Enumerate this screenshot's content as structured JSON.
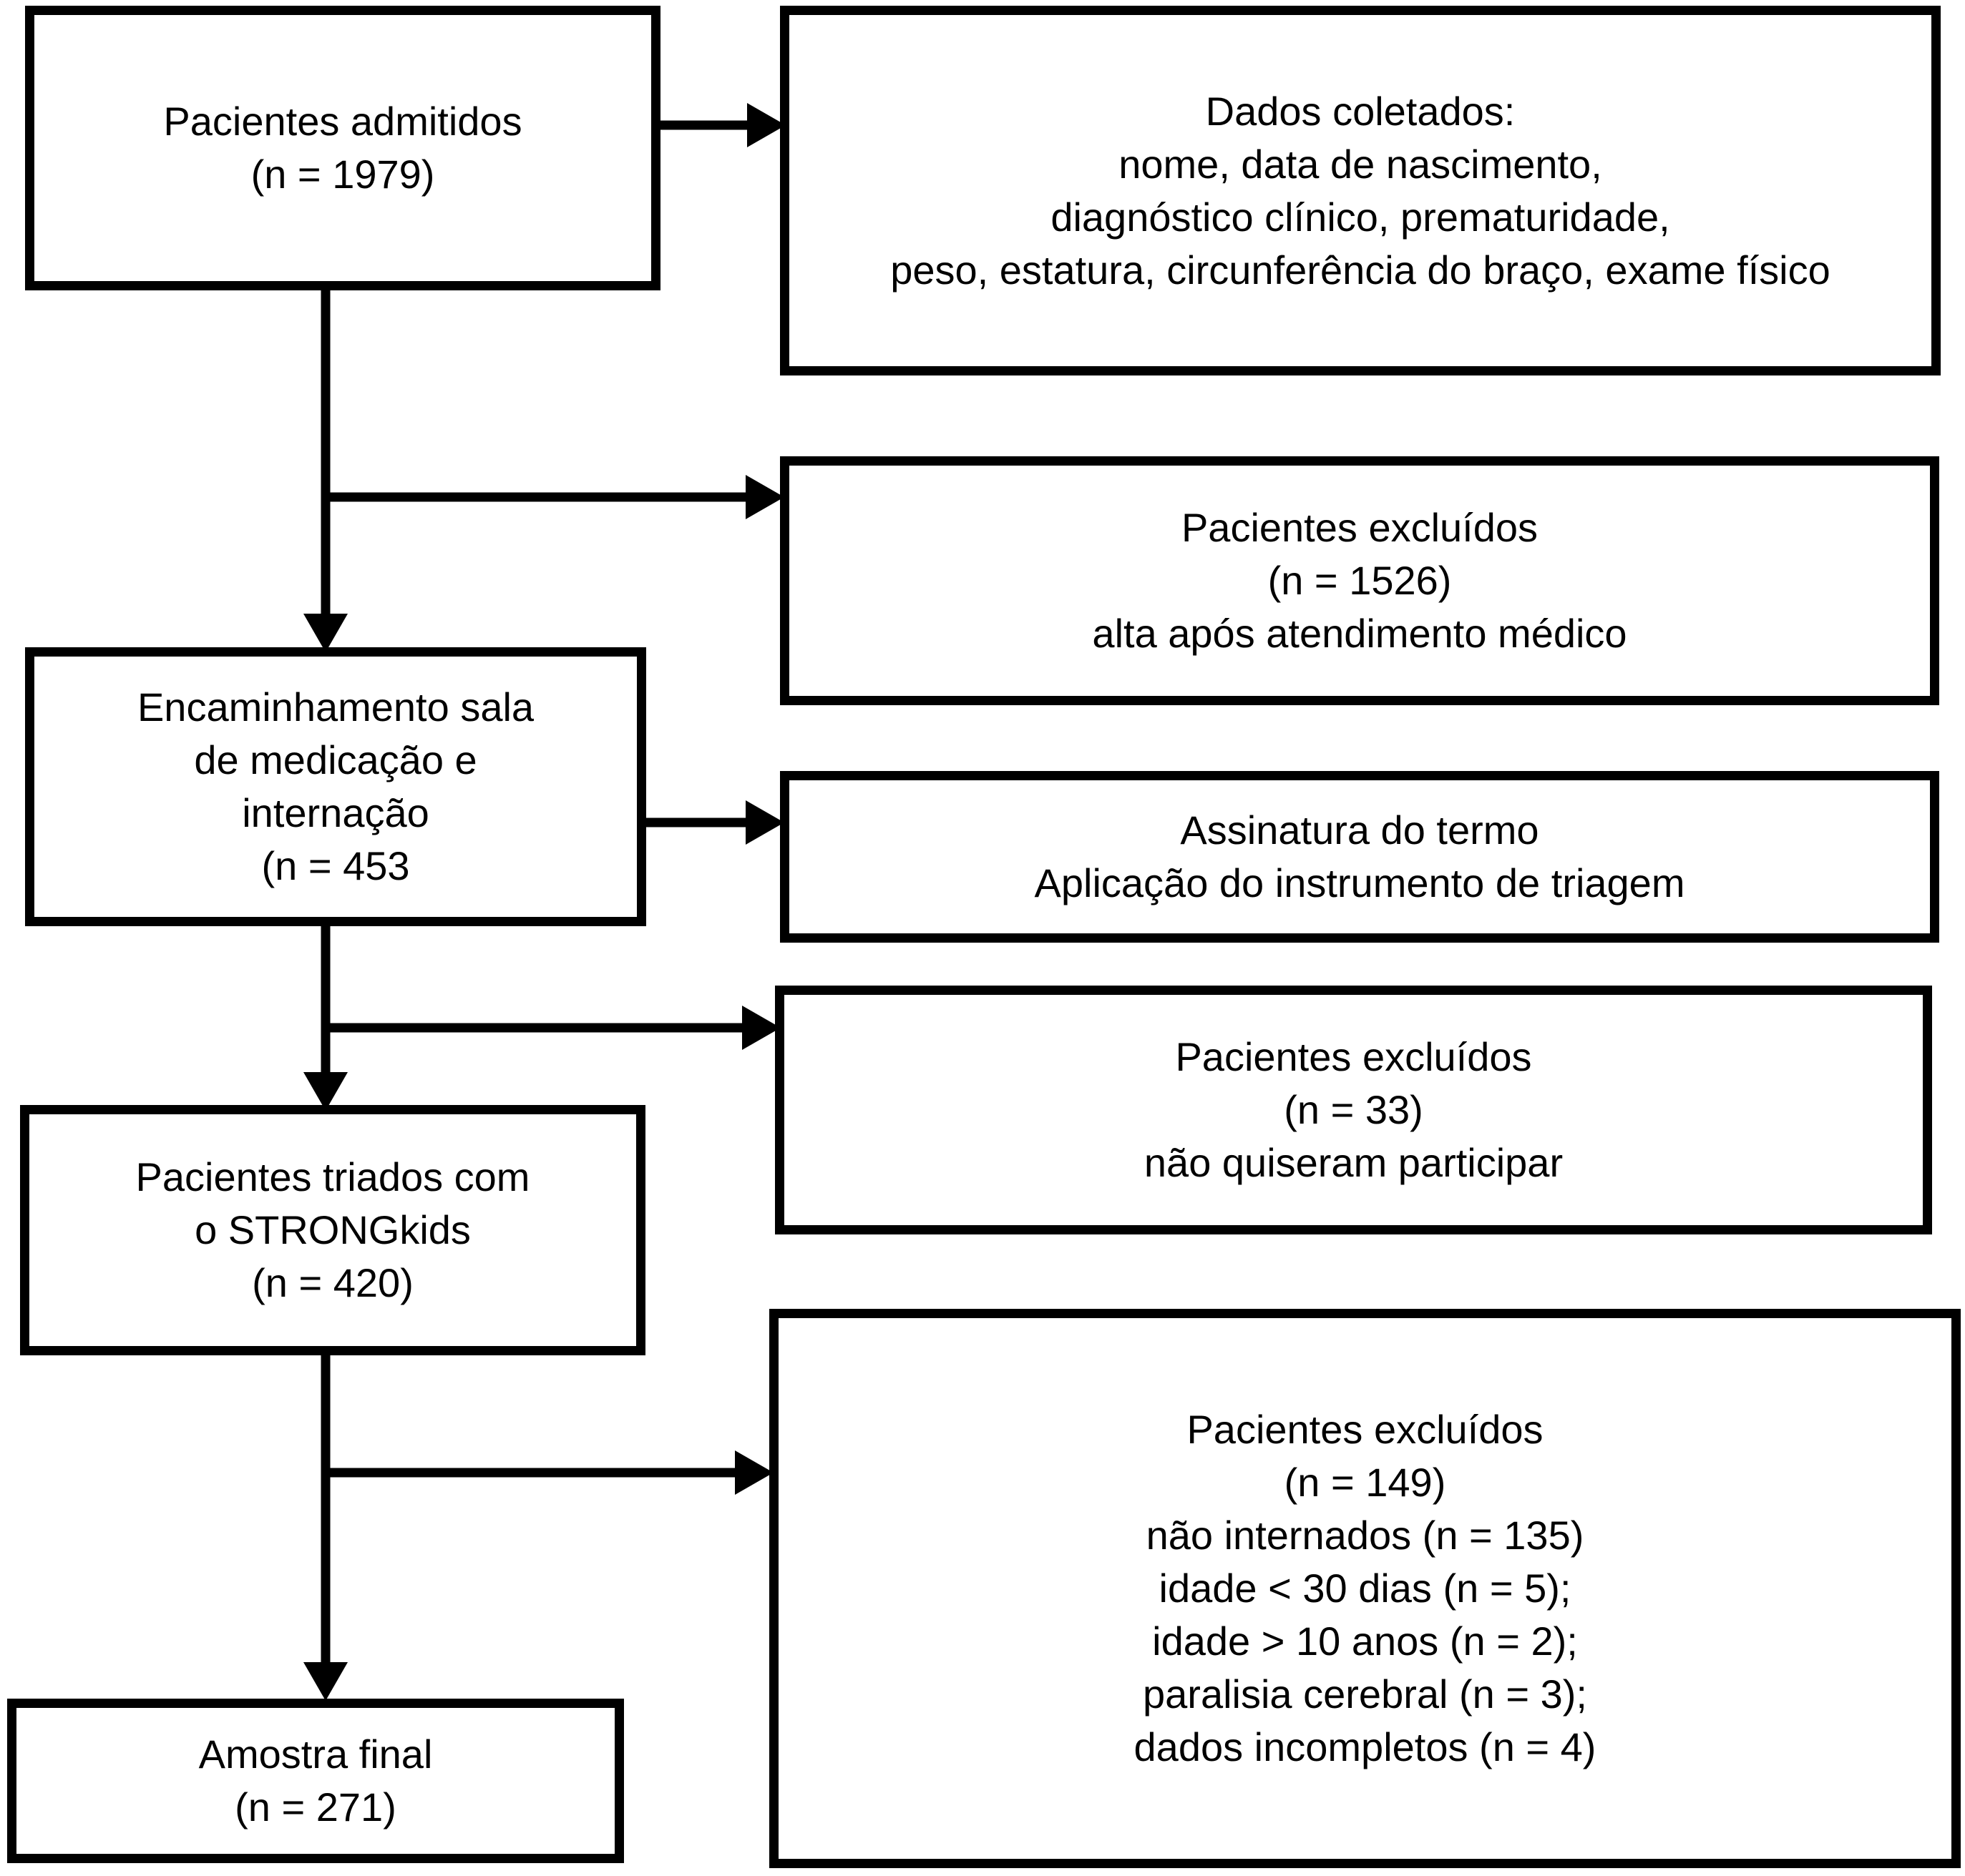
{
  "colors": {
    "ink": "#000000",
    "paper": "#ffffff"
  },
  "boxes": {
    "admitted": {
      "lines": [
        "Pacientes admitidos",
        "(n = 1979)"
      ]
    },
    "collected": {
      "lines": [
        "Dados coletados:",
        "nome, data de nascimento,",
        "diagnóstico clínico, prematuridade,",
        "peso, estatura, circunferência do braço, exame físico"
      ]
    },
    "excluded_discharge": {
      "lines": [
        "Pacientes excluídos",
        "(n = 1526)",
        "alta após atendimento médico"
      ]
    },
    "referral": {
      "lines": [
        "Encaminhamento sala",
        "de medicação e",
        "internação",
        "(n = 453"
      ]
    },
    "consent": {
      "lines": [
        "Assinatura do termo",
        "Aplicação do instrumento de triagem"
      ]
    },
    "excluded_declined": {
      "lines": [
        "Pacientes excluídos",
        "(n = 33)",
        "não quiseram participar"
      ]
    },
    "screened": {
      "lines": [
        "Pacientes triados com",
        "o STRONGkids",
        "(n = 420)"
      ]
    },
    "excluded_other": {
      "lines": [
        "Pacientes excluídos",
        "(n = 149)",
        "não internados (n = 135)",
        "idade < 30 dias (n = 5);",
        "idade > 10 anos (n = 2);",
        "paralisia cerebral (n = 3);",
        "dados incompletos (n = 4)"
      ]
    },
    "final": {
      "lines": [
        "Amostra final",
        "(n = 271)"
      ]
    }
  }
}
